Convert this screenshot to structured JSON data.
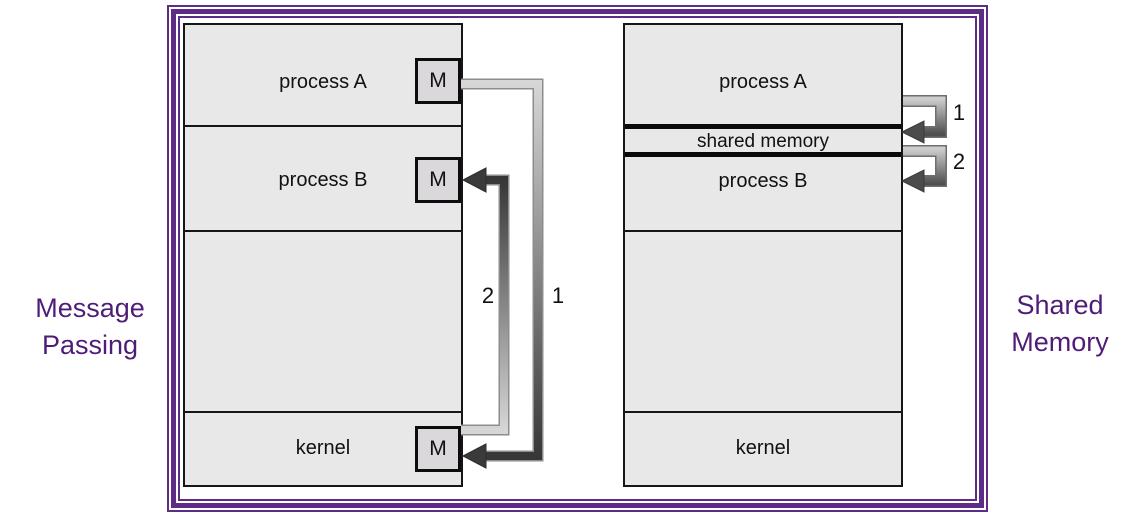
{
  "captions": {
    "message_passing": {
      "line1": "Message",
      "line2": "Passing"
    },
    "shared_memory": {
      "line1": "Shared",
      "line2": "Memory"
    }
  },
  "message_passing_model": {
    "process_a_label": "process A",
    "process_b_label": "process B",
    "kernel_label": "kernel",
    "message_box_label": "M",
    "step_send_label": "1",
    "step_receive_label": "2"
  },
  "shared_memory_model": {
    "process_a_label": "process A",
    "shared_memory_label": "shared memory",
    "process_b_label": "process B",
    "kernel_label": "kernel",
    "step_write_label": "1",
    "step_read_label": "2"
  },
  "colors": {
    "frame_purple": "#5e2b86",
    "caption_purple": "#4f1d78",
    "box_fill": "#e9e8e9",
    "message_box_fill": "#dad8db",
    "line_black": "#161616",
    "arrow_light": "#d7d6d7",
    "arrow_dark": "#373737",
    "arrow_outline": "#8e8d8e"
  }
}
